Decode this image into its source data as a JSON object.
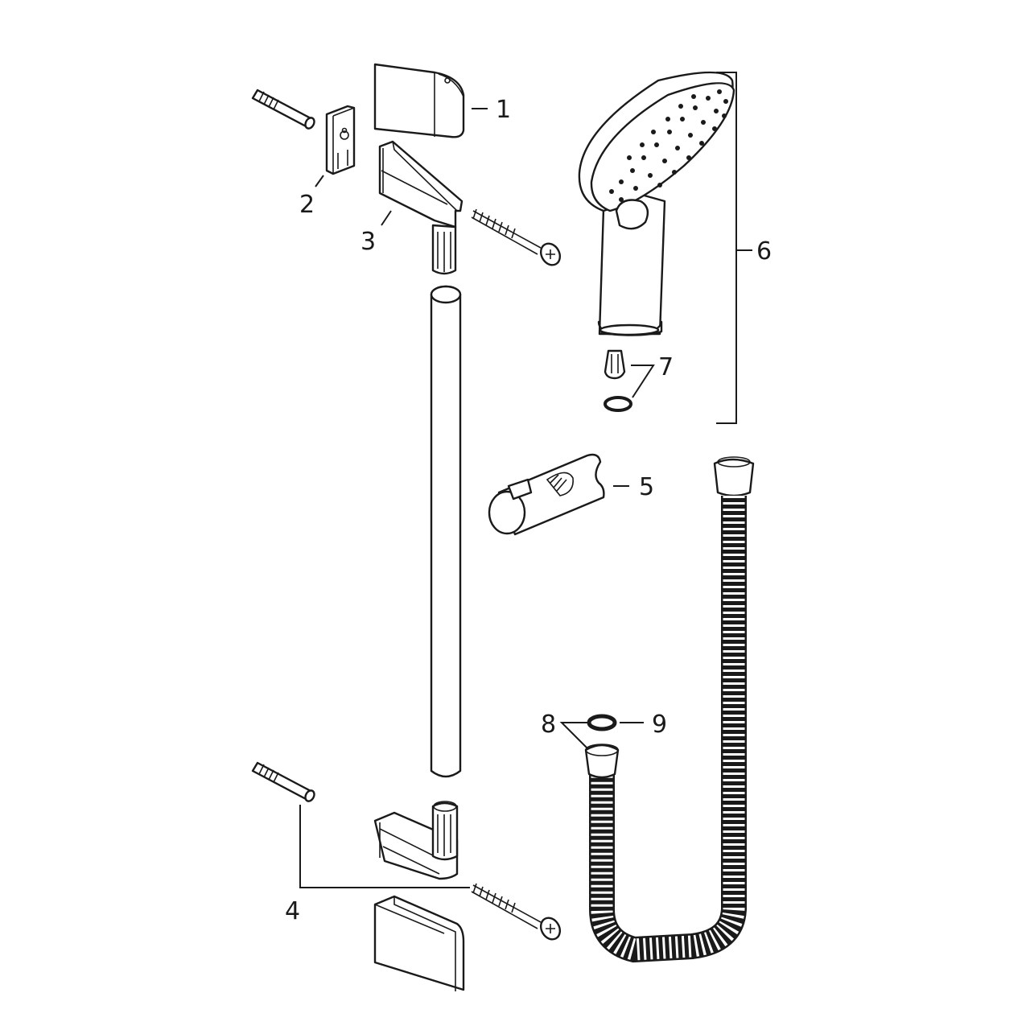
{
  "diagram": {
    "type": "exploded-parts-view",
    "subject": "Shower rail set",
    "background": "#ffffff",
    "line_color": "#1a1a1a"
  },
  "callouts": [
    {
      "id": "1",
      "label": "1",
      "part": "rail top cover cap"
    },
    {
      "id": "2",
      "label": "2",
      "part": "wall mounting bracket plate"
    },
    {
      "id": "3",
      "label": "3",
      "part": "upper rail wall holder"
    },
    {
      "id": "4",
      "label": "4",
      "part": "wall plugs and screws"
    },
    {
      "id": "5",
      "label": "5",
      "part": "sliding shower holder"
    },
    {
      "id": "6",
      "label": "6",
      "part": "hand shower"
    },
    {
      "id": "7",
      "label": "7",
      "part": "flow limiter and seal"
    },
    {
      "id": "8",
      "label": "8",
      "part": "hose nut and washer"
    },
    {
      "id": "9",
      "label": "9",
      "part": "hose seal ring"
    }
  ]
}
